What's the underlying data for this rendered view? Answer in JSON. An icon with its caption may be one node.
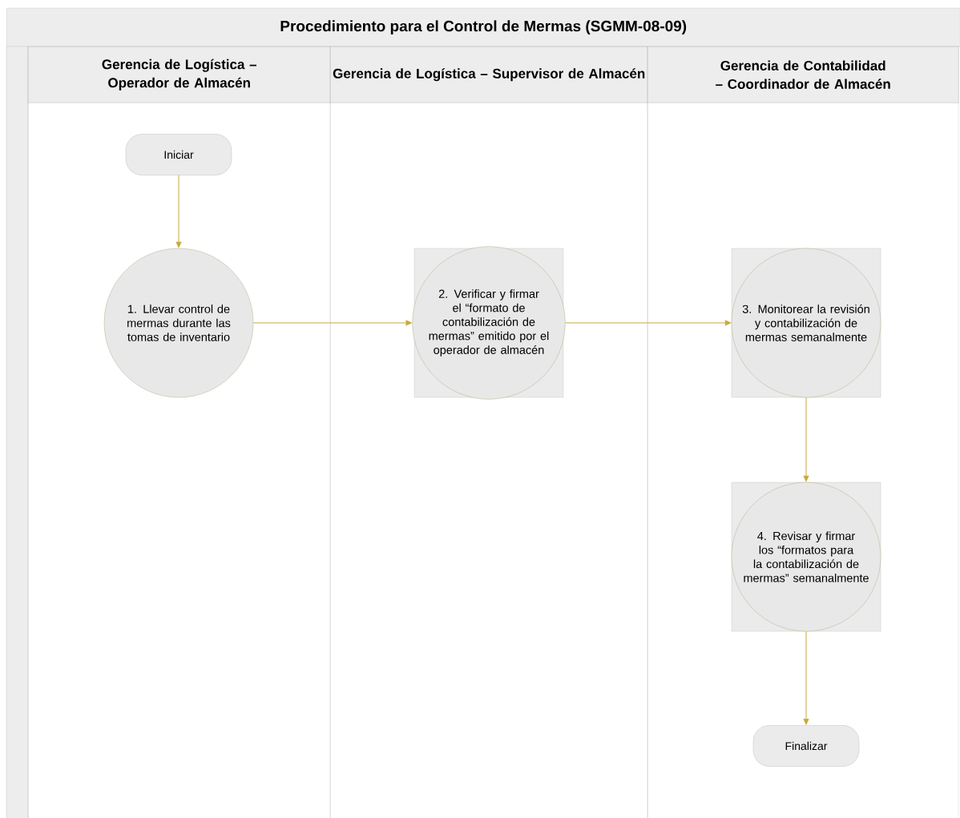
{
  "diagram": {
    "title": "Procedimiento para el Control de Mermas (SGMM-08-09)",
    "nodes": [
      {
        "text": [
          "Gerencia de Logística – Operador de Almacén"
        ]
      },
      {
        "text": [
          "Gerencia de Logística – Supervisor de Almacén"
        ]
      },
      {
        "text": [
          "Gerencia de Contabilidad – Coordinador de Almacén"
        ]
      },
      {
        "text": [
          "Iniciar"
        ],
        "in": 0
      },
      {
        "text": [
          "1. Llevar control de mermas durante las tomas de inventario"
        ],
        "in": 0
      },
      {
        "text": [
          "2. Verificar y firmar el “formato de contabilización de mermas” emitido por el operador de almacén"
        ],
        "in": 1
      },
      {
        "text": [
          "3. Monitorear la revisión y contabilización de mermas semanalmente"
        ],
        "in": 2
      },
      {
        "text": [
          "4. Revisar y firmar los “formatos para la contabilización de mermas” semanalmente"
        ],
        "in": 2
      },
      {
        "text": [
          "Finalizar"
        ],
        "in": 2
      }
    ],
    "edges": [
      {
        "from": 3,
        "to": 4,
        "arrow": "to"
      },
      {
        "from": 4,
        "to": 5,
        "arrow": "to"
      },
      {
        "from": 5,
        "to": 6,
        "arrow": "to"
      },
      {
        "from": 6,
        "to": 7,
        "arrow": "to"
      },
      {
        "from": 7,
        "to": 8,
        "arrow": "to"
      }
    ]
  }
}
